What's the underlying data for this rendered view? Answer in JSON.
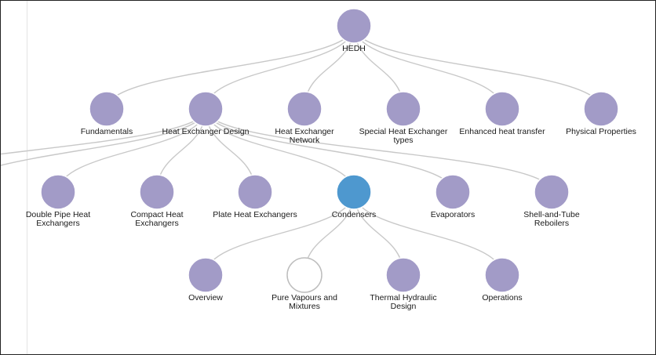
{
  "colors": {
    "node": "#a29bc7",
    "selected": "#4e98cf",
    "leaf": "#ffffff",
    "edge": "#c8c8c8"
  },
  "tree": {
    "root": {
      "label": [
        "HEDH"
      ]
    },
    "level1": [
      {
        "id": "fundamentals",
        "label": [
          "Fundamentals"
        ]
      },
      {
        "id": "heat-exchanger-design",
        "label": [
          "Heat Exchanger Design"
        ]
      },
      {
        "id": "heat-exchanger-network",
        "label": [
          "Heat Exchanger",
          "Network"
        ]
      },
      {
        "id": "special-heat-exchanger-types",
        "label": [
          "Special Heat Exchanger",
          "types"
        ]
      },
      {
        "id": "enhanced-heat-transfer",
        "label": [
          "Enhanced heat transfer"
        ]
      },
      {
        "id": "physical-properties",
        "label": [
          "Physical Properties"
        ]
      }
    ],
    "level2": [
      {
        "id": "double-pipe-heat-exchangers",
        "label": [
          "Double Pipe Heat",
          "Exchangers"
        ]
      },
      {
        "id": "compact-heat-exchangers",
        "label": [
          "Compact Heat",
          "Exchangers"
        ]
      },
      {
        "id": "plate-heat-exchangers",
        "label": [
          "Plate Heat Exchangers"
        ]
      },
      {
        "id": "condensers",
        "label": [
          "Condensers"
        ],
        "selected": true
      },
      {
        "id": "evaporators",
        "label": [
          "Evaporators"
        ]
      },
      {
        "id": "shell-and-tube-reboilers",
        "label": [
          "Shell-and-Tube",
          "Reboilers"
        ]
      }
    ],
    "level3": [
      {
        "id": "overview",
        "label": [
          "Overview"
        ]
      },
      {
        "id": "pure-vapours-and-mixtures",
        "label": [
          "Pure Vapours and",
          "Mixtures"
        ],
        "leaf": true
      },
      {
        "id": "thermal-hydraulic-design",
        "label": [
          "Thermal Hydraulic",
          "Design"
        ]
      },
      {
        "id": "operations",
        "label": [
          "Operations"
        ]
      }
    ]
  }
}
